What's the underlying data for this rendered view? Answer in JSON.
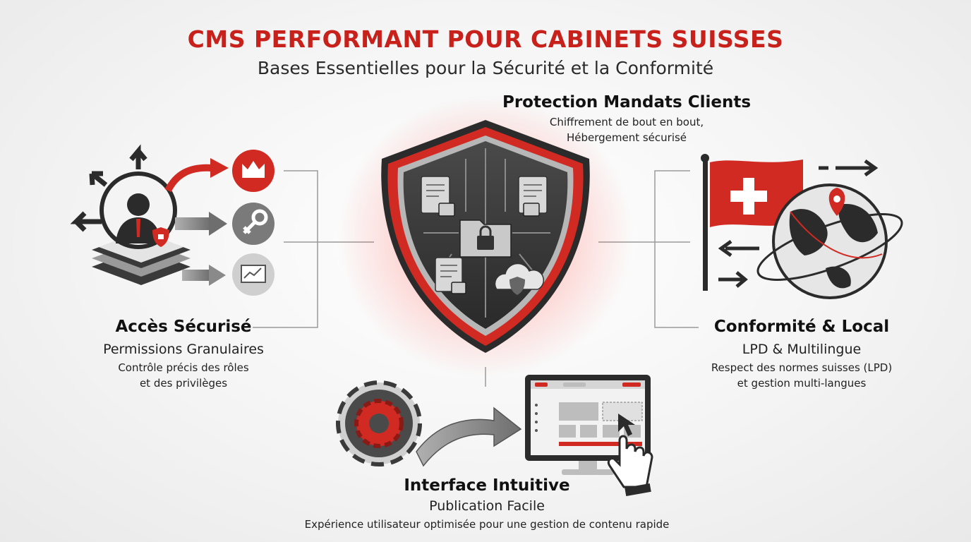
{
  "header": {
    "title": "CMS PERFORMANT POUR CABINETS SUISSES",
    "subtitle": "Bases Essentielles pour la Sécurité et la Conformité"
  },
  "sections": {
    "protection": {
      "title": "Protection Mandats Clients",
      "description": "Chiffrement de bout en bout,\nHébergement sécurisé"
    },
    "acces": {
      "title": "Accès Sécurisé",
      "subtitle": "Permissions Granulaires",
      "description": "Contrôle précis des rôles\net des privilèges"
    },
    "conformite": {
      "title": "Conformité & Local",
      "subtitle": "LPD & Multilingue",
      "description": "Respect des normes suisses (LPD)\net gestion multi-langues"
    },
    "interface": {
      "title": "Interface Intuitive",
      "subtitle": "Publication Facile",
      "description": "Expérience utilisateur optimisée pour une gestion de contenu rapide"
    }
  },
  "icons": {
    "shield": "shield-icon",
    "user": "user-icon",
    "crown": "crown-icon",
    "key": "key-icon",
    "chart": "chart-icon",
    "flag": "swiss-flag-icon",
    "globe": "globe-icon",
    "gear": "gear-icon",
    "monitor": "monitor-icon",
    "cursor": "hand-cursor-icon"
  },
  "colors": {
    "accent": "#c8211c",
    "dark": "#3a3a3a",
    "grey": "#8c8c8c"
  }
}
